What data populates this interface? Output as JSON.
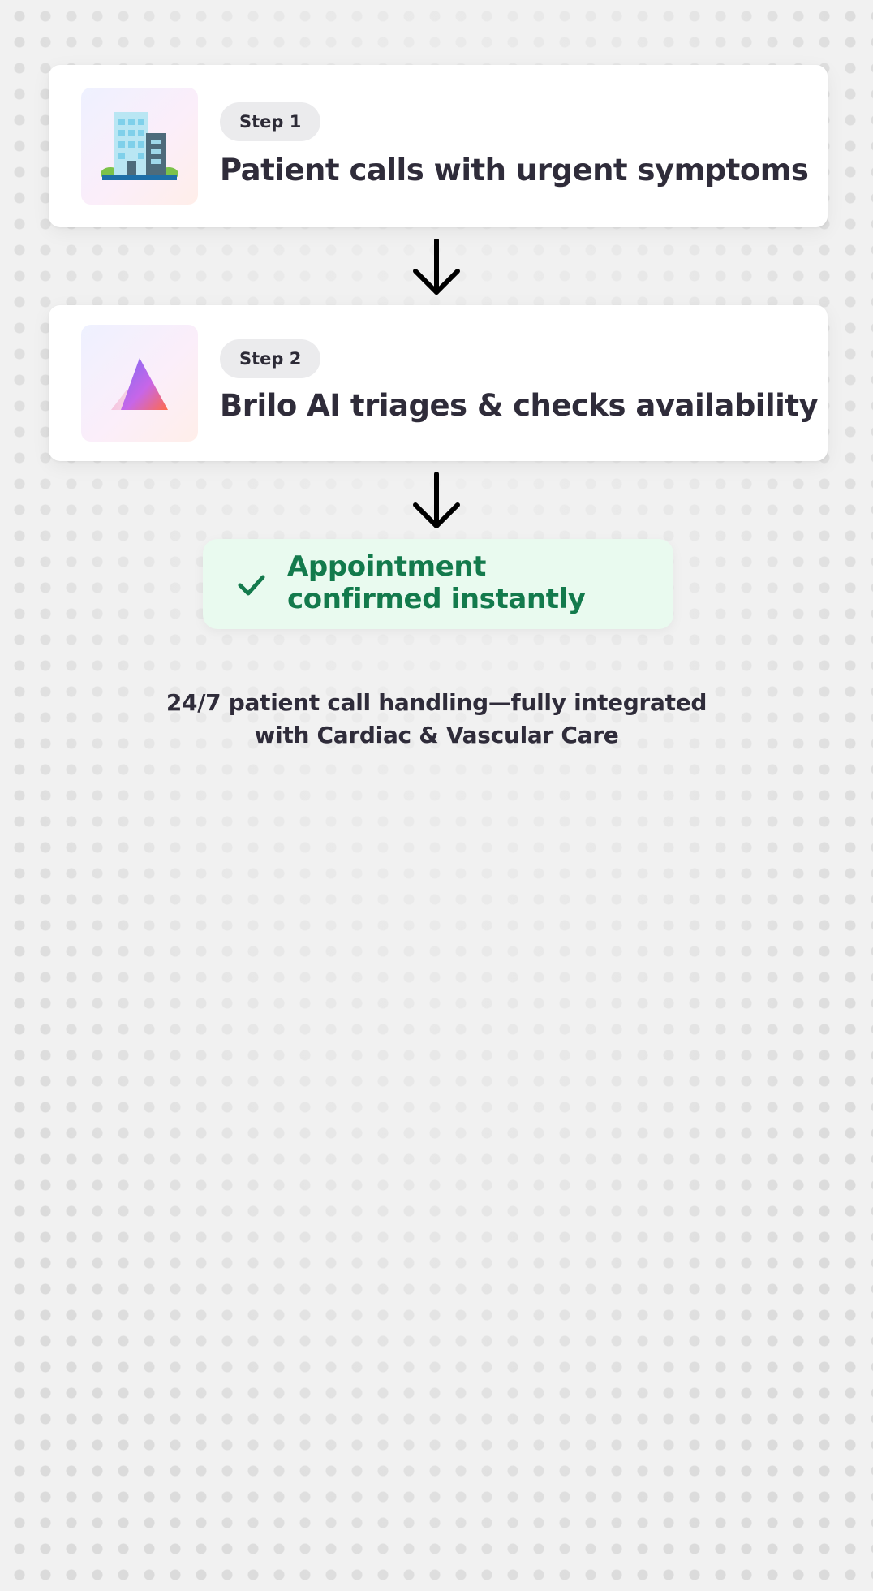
{
  "steps": [
    {
      "badge": "Step 1",
      "title": "Patient calls with urgent symptoms",
      "icon": "office-building-icon"
    },
    {
      "badge": "Step 2",
      "title": "Brilo AI triages & checks availability",
      "icon": "brilo-prism-logo-icon"
    }
  ],
  "confirmation": {
    "text": "Appointment confirmed instantly",
    "icon": "checkmark-icon",
    "color": "#137a4c",
    "background": "#e9faef"
  },
  "tagline": "24/7 patient call handling—fully integrated with Cardiac & Vascular Care",
  "colors": {
    "page_background": "#f1f1f1",
    "card_background": "#ffffff",
    "text": "#2f2c3a",
    "pill_background": "#ebebed"
  }
}
